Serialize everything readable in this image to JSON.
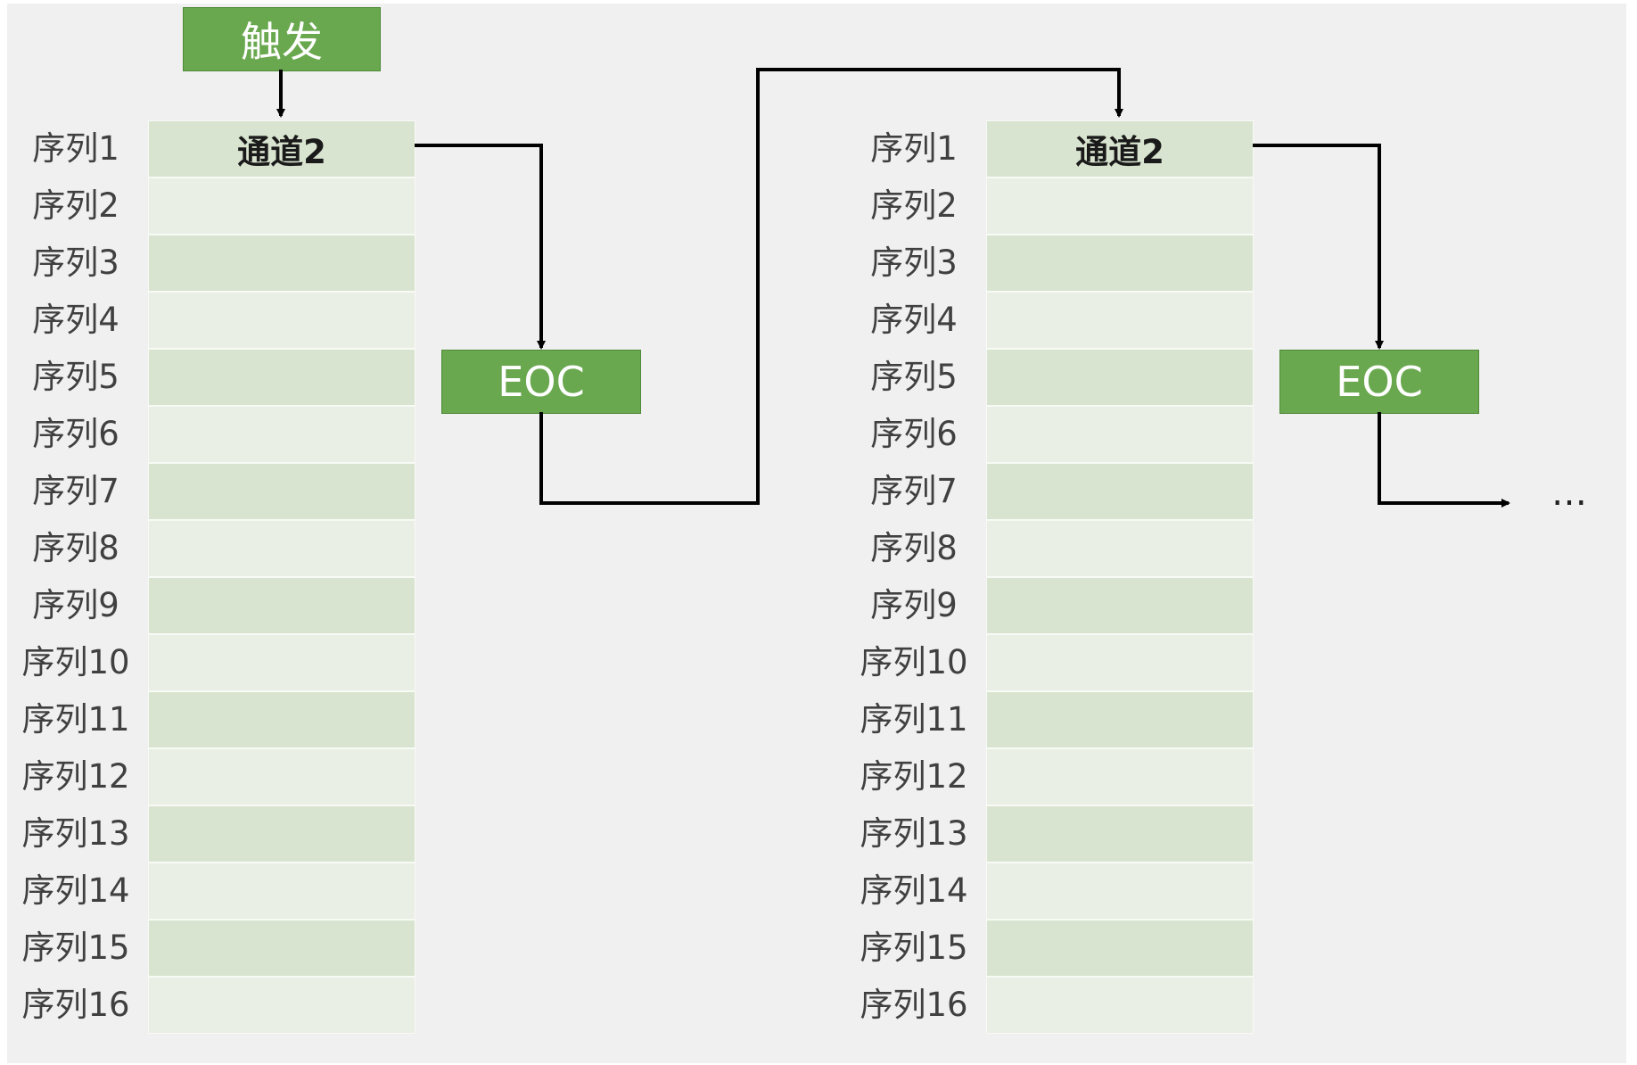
{
  "trigger": "触发",
  "eoc": "EOC",
  "continuation": "…",
  "groups": [
    {
      "channel": "通道2",
      "sequences": [
        "序列1",
        "序列2",
        "序列3",
        "序列4",
        "序列5",
        "序列6",
        "序列7",
        "序列8",
        "序列9",
        "序列10",
        "序列11",
        "序列12",
        "序列13",
        "序列14",
        "序列15",
        "序列16"
      ]
    },
    {
      "channel": "通道2",
      "sequences": [
        "序列1",
        "序列2",
        "序列3",
        "序列4",
        "序列5",
        "序列6",
        "序列7",
        "序列8",
        "序列9",
        "序列10",
        "序列11",
        "序列12",
        "序列13",
        "序列14",
        "序列15",
        "序列16"
      ]
    }
  ],
  "colors": {
    "accent_box": "#6aa84f",
    "row_dark": "#d8e4cf",
    "row_light": "#e9efe4",
    "arrow": "#000000"
  }
}
